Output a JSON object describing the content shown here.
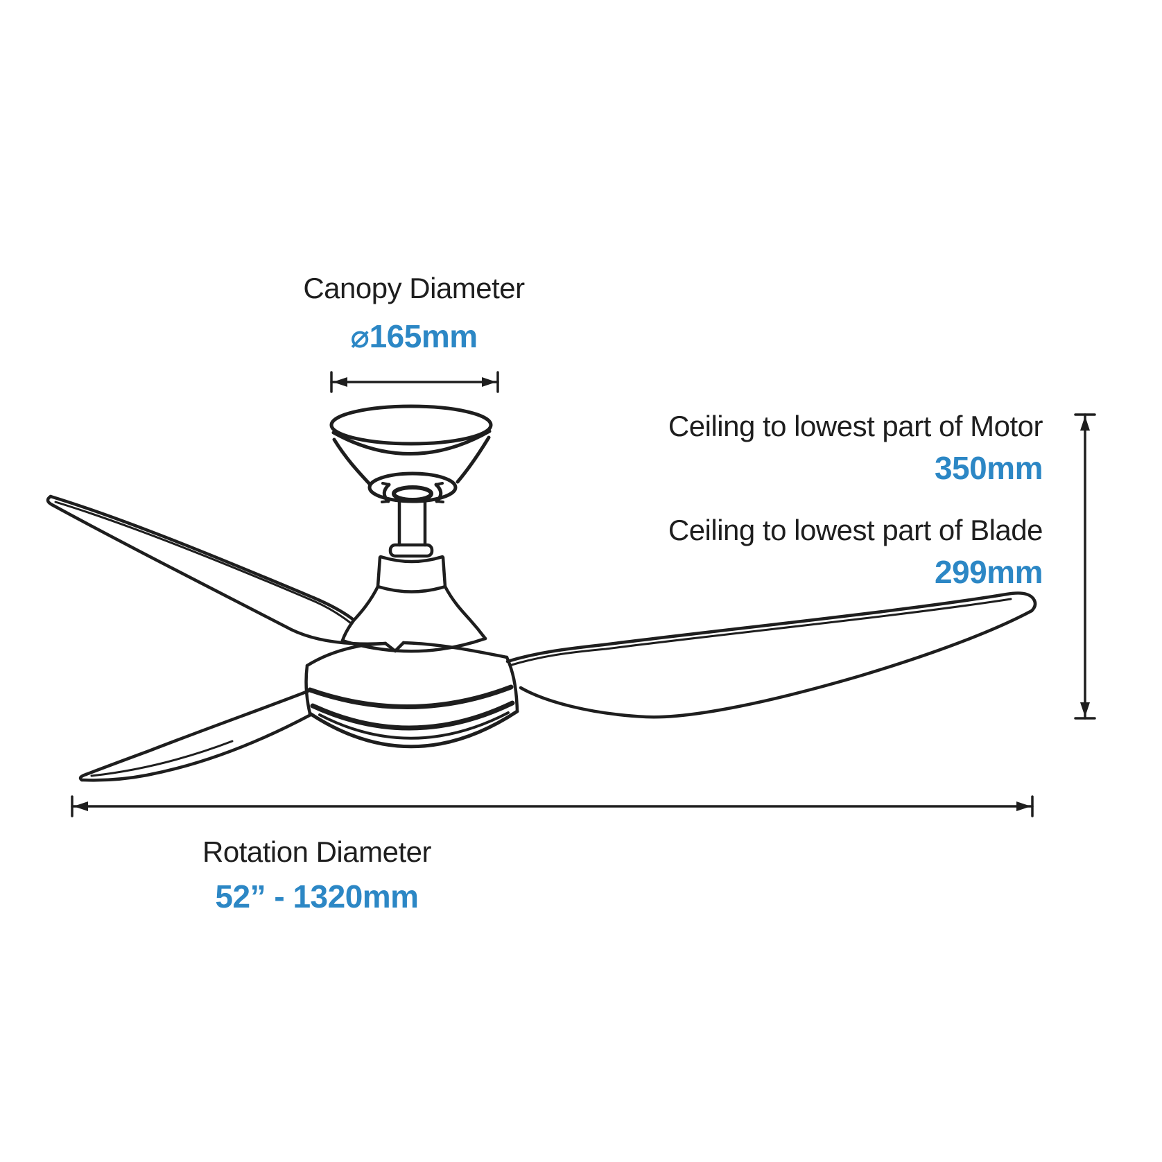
{
  "theme": {
    "background": "#ffffff",
    "ink": "#1e1e1e",
    "accent": "#2c87c5"
  },
  "diagram": {
    "drawing_name": "ceiling-fan-3-blade-with-light-line-drawing",
    "annotations": {
      "canopy": {
        "label": "Canopy Diameter",
        "value": "⌀165mm"
      },
      "motor_drop": {
        "label": "Ceiling to lowest part of Motor",
        "value": "350mm"
      },
      "blade_drop": {
        "label": "Ceiling to lowest part of Blade",
        "value": "299mm"
      },
      "rotation": {
        "label": "Rotation Diameter",
        "value": "52” - 1320mm"
      }
    }
  }
}
